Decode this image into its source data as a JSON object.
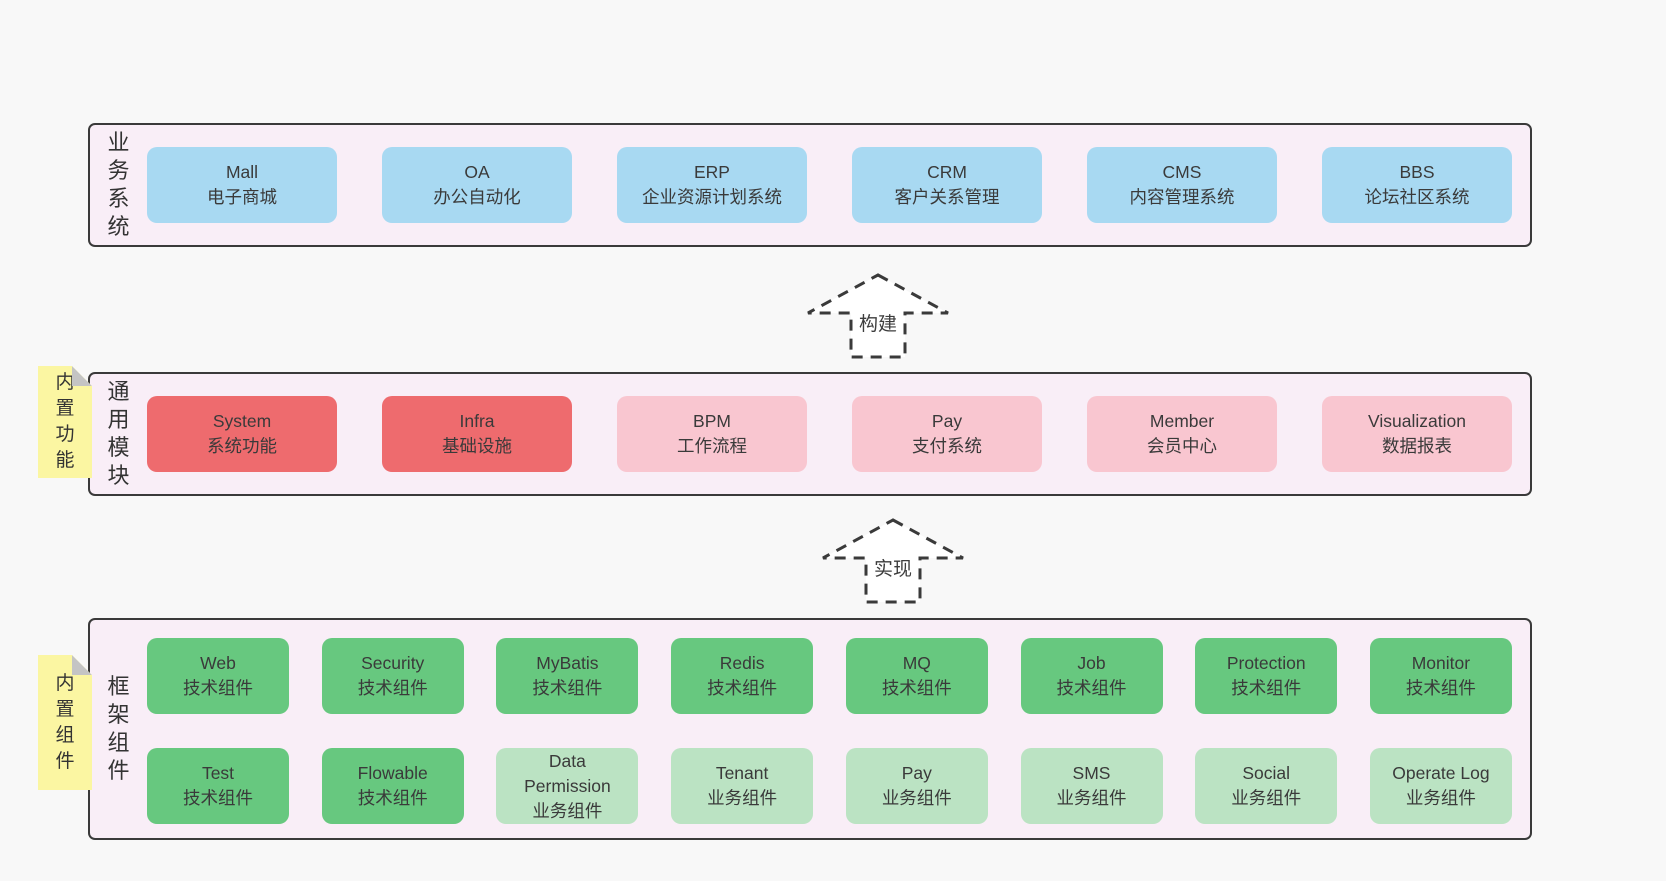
{
  "palette": {
    "page_bg": "#f8f8f8",
    "container_bg": "#f9eef7",
    "border": "#3a3a3a",
    "blue": "#a8d9f2",
    "red": "#ee6b6e",
    "pink": "#f9c6d0",
    "green": "#67c87f",
    "light_green": "#bbe3c3",
    "sticky_yellow": "#fbf6a2",
    "fold_gray": "#c4c4c4"
  },
  "layers": [
    {
      "label": "业务系统",
      "boxes": [
        {
          "en": "Mall",
          "zh": "电子商城"
        },
        {
          "en": "OA",
          "zh": "办公自动化"
        },
        {
          "en": "ERP",
          "zh": "企业资源计划系统"
        },
        {
          "en": "CRM",
          "zh": "客户关系管理"
        },
        {
          "en": "CMS",
          "zh": "内容管理系统"
        },
        {
          "en": "BBS",
          "zh": "论坛社区系统"
        }
      ]
    },
    {
      "label": "通用模块",
      "sticky": "内置功能",
      "boxes": [
        {
          "en": "System",
          "zh": "系统功能"
        },
        {
          "en": "Infra",
          "zh": "基础设施"
        },
        {
          "en": "BPM",
          "zh": "工作流程"
        },
        {
          "en": "Pay",
          "zh": "支付系统"
        },
        {
          "en": "Member",
          "zh": "会员中心"
        },
        {
          "en": "Visualization",
          "zh": "数据报表"
        }
      ]
    },
    {
      "label": "框架组件",
      "sticky": "内置组件",
      "rows": [
        [
          {
            "en": "Web",
            "zh": "技术组件"
          },
          {
            "en": "Security",
            "zh": "技术组件"
          },
          {
            "en": "MyBatis",
            "zh": "技术组件"
          },
          {
            "en": "Redis",
            "zh": "技术组件"
          },
          {
            "en": "MQ",
            "zh": "技术组件"
          },
          {
            "en": "Job",
            "zh": "技术组件"
          },
          {
            "en": "Protection",
            "zh": "技术组件"
          },
          {
            "en": "Monitor",
            "zh": "技术组件"
          }
        ],
        [
          {
            "en": "Test",
            "zh": "技术组件"
          },
          {
            "en": "Flowable",
            "zh": "技术组件"
          },
          {
            "en": "Data Permission",
            "zh": "业务组件"
          },
          {
            "en": "Tenant",
            "zh": "业务组件"
          },
          {
            "en": "Pay",
            "zh": "业务组件"
          },
          {
            "en": "SMS",
            "zh": "业务组件"
          },
          {
            "en": "Social",
            "zh": "业务组件"
          },
          {
            "en": "Operate Log",
            "zh": "业务组件"
          }
        ]
      ]
    }
  ],
  "arrows": [
    {
      "label": "构建"
    },
    {
      "label": "实现"
    }
  ]
}
